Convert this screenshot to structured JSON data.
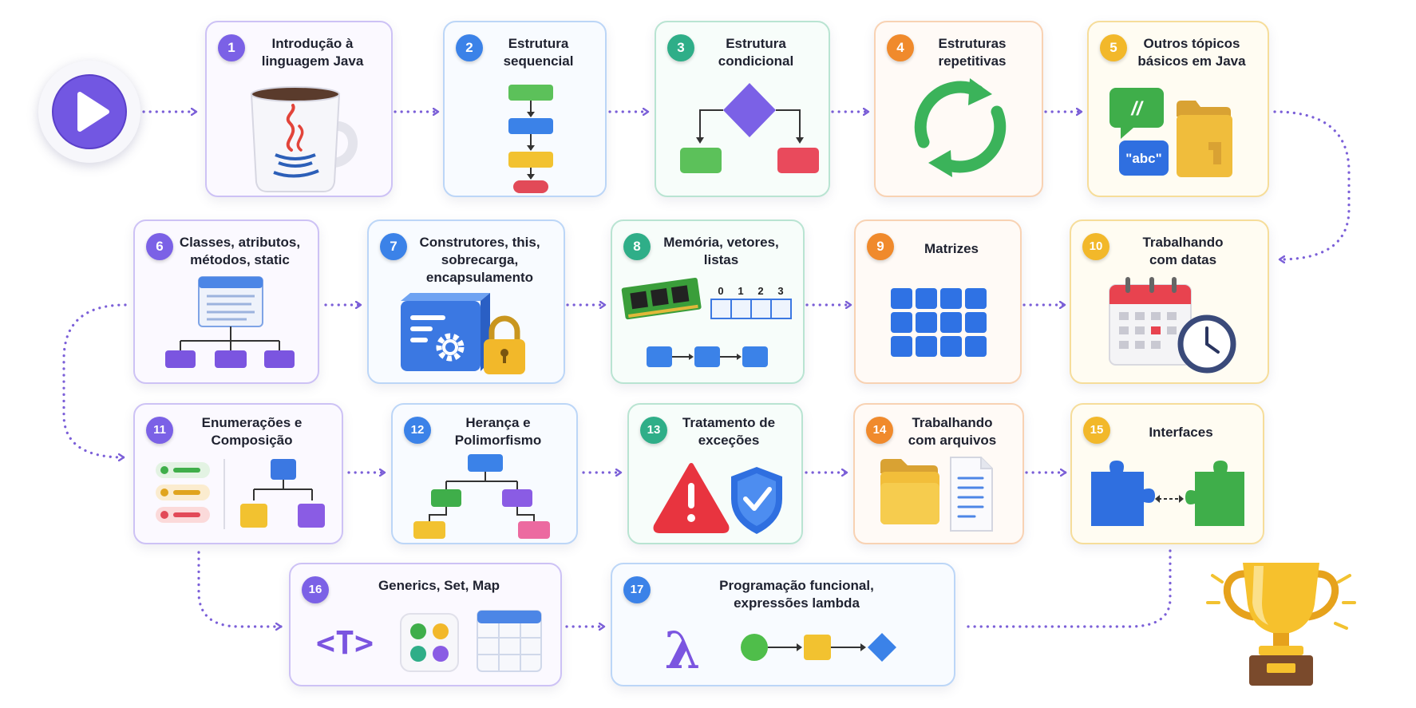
{
  "colors": {
    "purple": "#7b61e6",
    "blue": "#3b82e8",
    "teal": "#2fae88",
    "orange": "#f08a2c",
    "yellow": "#f2b82a",
    "connector": "#7b5fd8"
  },
  "start": {
    "icon": "play-icon"
  },
  "finish": {
    "icon": "trophy-icon"
  },
  "modules": [
    {
      "num": "1",
      "title": "Introdução à\nlinguagem Java",
      "icon": "java-mug-icon"
    },
    {
      "num": "2",
      "title": "Estrutura\nsequencial",
      "icon": "sequential-flow-icon"
    },
    {
      "num": "3",
      "title": "Estrutura\ncondicional",
      "icon": "conditional-branch-icon"
    },
    {
      "num": "4",
      "title": "Estruturas\nrepetitivas",
      "icon": "loop-arrows-icon"
    },
    {
      "num": "5",
      "title": "Outros tópicos\nbásicos em Java",
      "icon": "comment-string-folder-icon",
      "tags": [
        "//",
        "\"abc\""
      ]
    },
    {
      "num": "6",
      "title": "Classes, atributos,\nmétodos, static",
      "icon": "class-hierarchy-icon"
    },
    {
      "num": "7",
      "title": "Construtores, this,\nsobrecarga,\nencapsulamento",
      "icon": "locked-module-icon"
    },
    {
      "num": "8",
      "title": "Memória, vetores,\nlistas",
      "icon": "memory-array-list-icon",
      "indexes": [
        "0",
        "1",
        "2",
        "3"
      ]
    },
    {
      "num": "9",
      "title": "Matrizes",
      "icon": "matrix-grid-icon"
    },
    {
      "num": "10",
      "title": "Trabalhando\ncom datas",
      "icon": "calendar-clock-icon"
    },
    {
      "num": "11",
      "title": "Enumerações e\nComposição",
      "icon": "enum-composition-icon"
    },
    {
      "num": "12",
      "title": "Herança e\nPolimorfismo",
      "icon": "inheritance-tree-icon"
    },
    {
      "num": "13",
      "title": "Tratamento de\nexceções",
      "icon": "warning-shield-icon"
    },
    {
      "num": "14",
      "title": "Trabalhando\ncom arquivos",
      "icon": "folder-document-icon"
    },
    {
      "num": "15",
      "title": "Interfaces",
      "icon": "puzzle-pieces-icon"
    },
    {
      "num": "16",
      "title": "Generics, Set, Map",
      "icon": "generics-set-map-icon",
      "tags": [
        "<T>"
      ]
    },
    {
      "num": "17",
      "title": "Programação funcional,\nexpressões lambda",
      "icon": "lambda-pipeline-icon",
      "tags": [
        "λ"
      ]
    }
  ]
}
